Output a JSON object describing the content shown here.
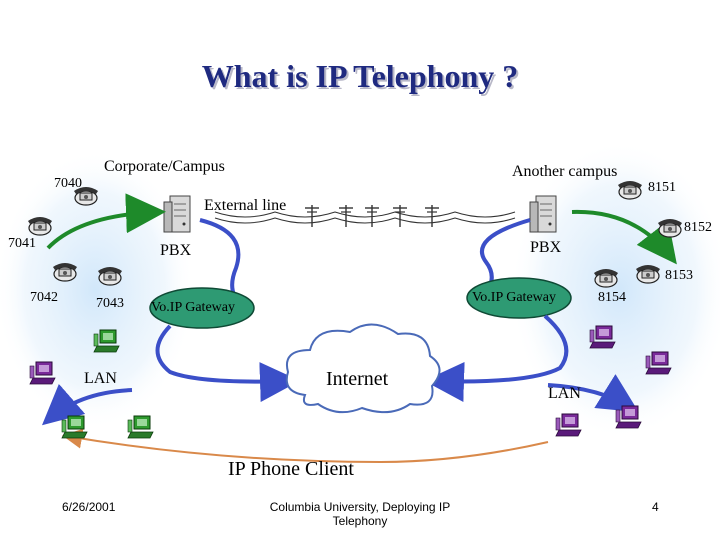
{
  "title": "What is IP Telephony ?",
  "labels": {
    "corporate": "Corporate/Campus",
    "another": "Another campus",
    "external_line": "External line",
    "pbx_left": "PBX",
    "pbx_right": "PBX",
    "gateway_left": "Vo.IP Gateway",
    "gateway_right": "Vo.IP Gateway",
    "internet": "Internet",
    "lan_left": "LAN",
    "lan_right": "LAN",
    "ip_client": "IP Phone Client"
  },
  "extensions": {
    "e7040": "7040",
    "e7041": "7041",
    "e7042": "7042",
    "e7043": "7043",
    "e8151": "8151",
    "e8152": "8152",
    "e8153": "8153",
    "e8154": "8154"
  },
  "footer": {
    "date": "6/26/2001",
    "source": "Columbia University, Deploying IP",
    "source2": "Telephony",
    "page": "4"
  },
  "icons": {
    "phone": "telephone-icon",
    "pbx": "pbx-server-icon",
    "pc": "computer-icon",
    "cloud": "cloud-icon",
    "line": "telephone-pole-icon"
  },
  "colors": {
    "title": "#1f2a80",
    "gateway_fill": "#2e9a73",
    "arrow_blue": "#3b4fc8",
    "arrow_green": "#1e8a2a",
    "arrow_orange": "#d9894a",
    "pc_purple": "#7a2a9a",
    "pc_green": "#2e9a2e",
    "glow": "#a8d0f0"
  }
}
